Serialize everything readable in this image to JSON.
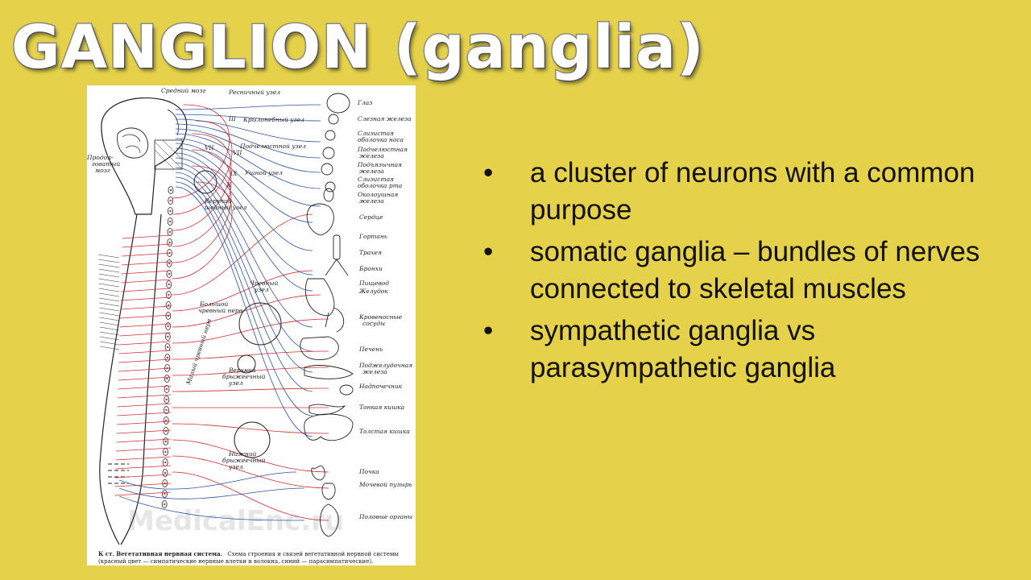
{
  "slide": {
    "title": "GANGLION (ganglia)",
    "bullet_glyph": "•",
    "bullets": [
      "a cluster of neurons with a common purpose",
      "somatic ganglia – bundles of nerves connected to skeletal muscles",
      "sympathetic ganglia vs parasympathetic ganglia"
    ]
  },
  "figure": {
    "watermark": "MedicalEnc.ru",
    "caption_line1_bold": "К ст. Вегетативная нервная система.",
    "caption_line1_rest": "Схема строения и связей вегетативной нервной системы",
    "caption_line2": "(красный цвет — симпатические нервные клетки и волокна, синий — парасимпатические).",
    "left_labels": {
      "midbrain": "Средний мозг",
      "medulla_1": "Продол-",
      "medulla_2": "говатый",
      "medulla_3": "мозг"
    },
    "ganglion_labels": {
      "ciliary": "Ресничный узел",
      "pterygopalatine": "Крылонебный узел",
      "submandibular": "Подчелюстной узел",
      "otic": "Ушной узел",
      "superior_cervical_1": "Верхний",
      "superior_cervical_2": "шейный узел",
      "celiac_1": "Чревный",
      "celiac_2": "узел",
      "greater_splanchnic_1": "Большой",
      "greater_splanchnic_2": "чревный нерв",
      "lesser_splanchnic": "Малый чревный нерв",
      "sup_mesenteric_1": "Верхний",
      "sup_mesenteric_2": "брыжеечный",
      "sup_mesenteric_3": "узел",
      "inf_mesenteric_1": "Нижний",
      "inf_mesenteric_2": "брыжеечный",
      "inf_mesenteric_3": "узел"
    },
    "cranial_nerves": [
      "III",
      "VII",
      "VII",
      "IX",
      "X"
    ],
    "organ_labels": [
      "Глаз",
      "Слезная железа",
      "Слизистая",
      "оболочка носа",
      "Подчелюстная",
      "железа",
      "Подъязычная",
      "железа",
      "Слизистая",
      "оболочка рта",
      "Околоушная",
      "железа",
      "Сердце",
      "Гортань",
      "Трахея",
      "Бронхи",
      "Пищевод",
      "Желудок",
      "Кровеносные",
      "сосуды",
      "Печень",
      "Поджелудочная",
      "железа",
      "Надпочечник",
      "Тонкая кишка",
      "Толстая кишка",
      "Почка",
      "Мочевой пузырь",
      "Половые органы"
    ],
    "colors": {
      "sympathetic": "#d62b2b",
      "parasympathetic": "#2b54a8",
      "outline": "#222222",
      "background": "#e5d24a"
    }
  }
}
